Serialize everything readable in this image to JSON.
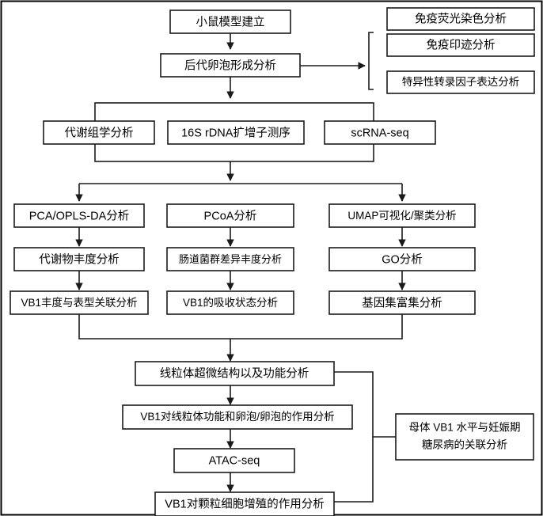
{
  "diagram": {
    "title": "VB1 research workflow flowchart",
    "background_color": "#ffffff",
    "line_color": "#1a1a1a",
    "border_color": "#000000"
  },
  "nodes": {
    "mouse_model": "小鼠模型建立",
    "offspring_follicle": "后代卵泡形成分析",
    "immunofluorescence": "免疫荧光染色分析",
    "western_blot": "免疫印迹分析",
    "tf_expression": "特异性转录因子表达分析",
    "metabolomics": "代谢组学分析",
    "rdna_seq": "16S rDNA扩增子测序",
    "scrna_seq": "scRNA-seq",
    "pca_opls": "PCA/OPLS-DA分析",
    "pcoa": "PCoA分析",
    "umap": "UMAP可视化/聚类分析",
    "metabolite_abundance": "代谢物丰度分析",
    "gut_microbiome": "肠道菌群差异丰度分析",
    "go_analysis": "GO分析",
    "vb1_phenotype": "VB1丰度与表型关联分析",
    "vb1_absorption": "VB1的吸收状态分析",
    "gene_set_enrichment": "基因集富集分析",
    "mitochondria": "线粒体超微结构以及功能分析",
    "vb1_mito_follicle": "VB1对线粒体功能和卵泡/卵泡的作用分析",
    "atac_seq": "ATAC-seq",
    "vb1_granulosa": "VB1对颗粒细胞增殖的作用分析",
    "maternal_vb1_line1": "母体 VB1 水平与妊娠期",
    "maternal_vb1_line2": "糖尿病的关联分析"
  }
}
